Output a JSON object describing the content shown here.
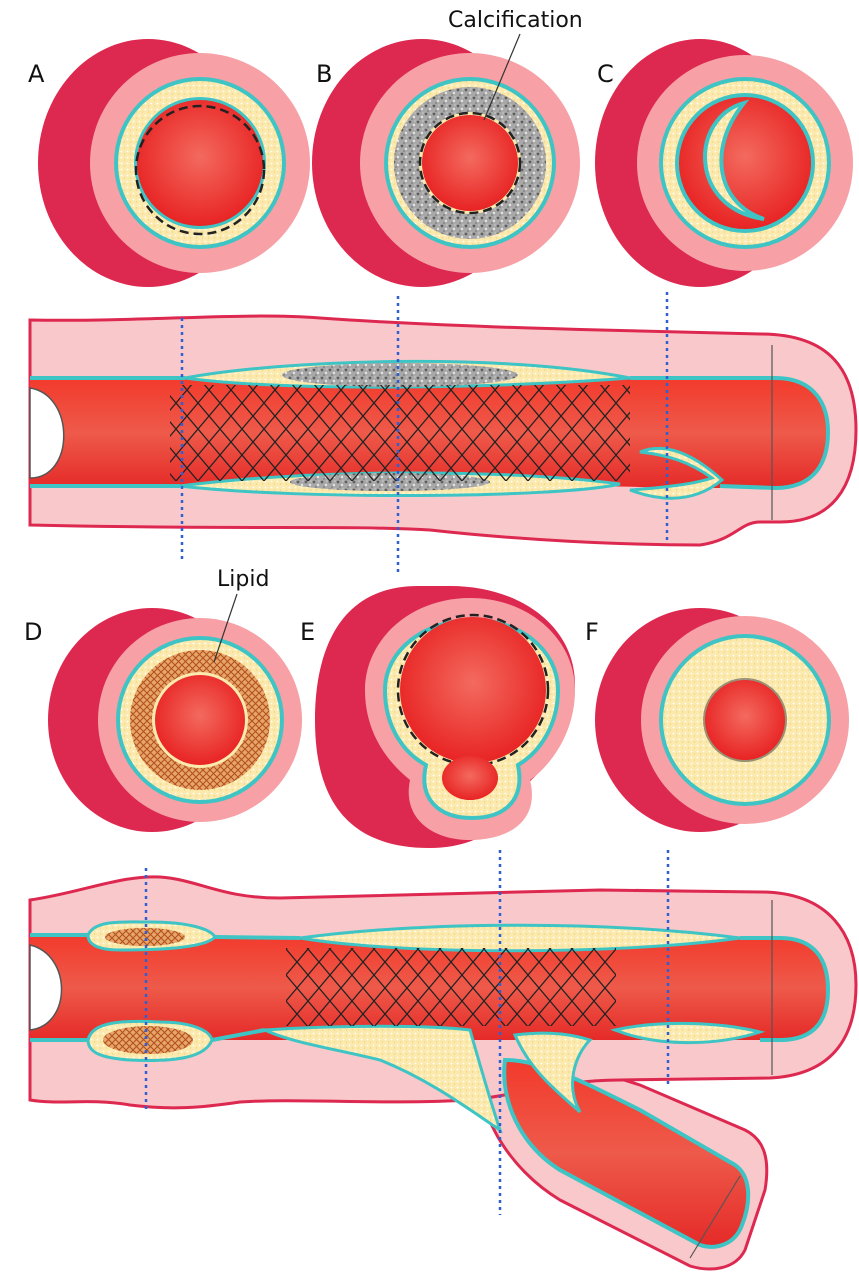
{
  "labels": {
    "panel_a": "A",
    "panel_b": "B",
    "panel_c": "C",
    "panel_d": "D",
    "panel_e": "E",
    "panel_f": "F",
    "calcification": "Calcification",
    "lipid": "Lipid"
  },
  "colors": {
    "outer_wall": "#dd2850",
    "outer_wall_shadow": "#b81840",
    "media": "#f7a0a6",
    "adventitia": "#f9c8ca",
    "intima_line": "#3ec4c4",
    "plaque": "#fbe7a8",
    "lumen": "#ee2a2a",
    "calcification": "#8f8f8f",
    "lipid": "#c8662a",
    "cut_line": "#2f5fd0",
    "stent": "#222222"
  }
}
